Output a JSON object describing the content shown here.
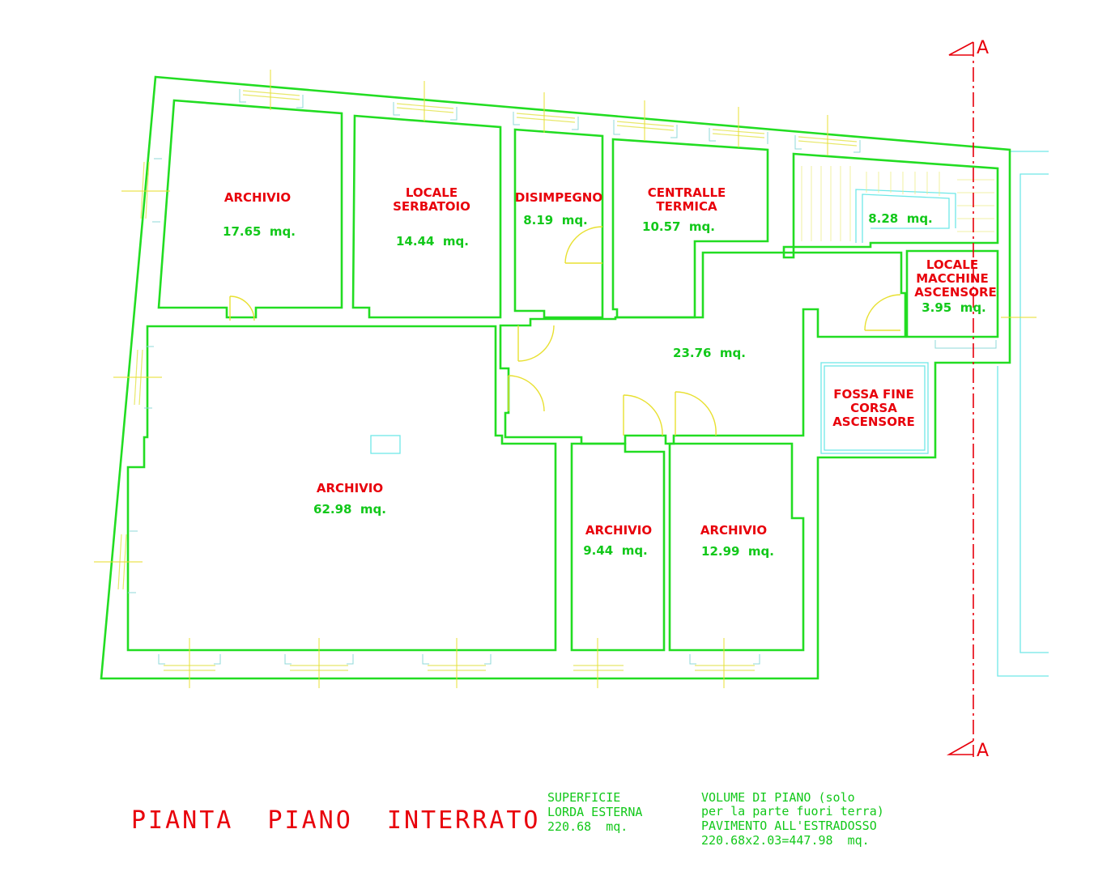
{
  "rooms": [
    {
      "id": "archivio-1",
      "name": "ARCHIVIO",
      "area": "17.65  mq."
    },
    {
      "id": "locale-serbatoio",
      "name_line1": "LOCALE",
      "name_line2": "SERBATOIO",
      "area": "14.44  mq."
    },
    {
      "id": "disimpegno",
      "name": "DISIMPEGNO",
      "area": "8.19  mq."
    },
    {
      "id": "centrale-termica",
      "name_line1": "CENTRALLE",
      "name_line2": "TERMICA",
      "area": "10.57  mq."
    },
    {
      "id": "vano-scala",
      "area": "8.28  mq."
    },
    {
      "id": "locale-macchine",
      "name_line1": "LOCALE",
      "name_line2": "MACCHINE",
      "name_line3": "ASCENSORE",
      "area": "3.95  mq."
    },
    {
      "id": "corridoio",
      "area": "23.76  mq."
    },
    {
      "id": "fossa",
      "name_line1": "FOSSA FINE",
      "name_line2": "CORSA",
      "name_line3": "ASCENSORE"
    },
    {
      "id": "archivio-grande",
      "name": "ARCHIVIO",
      "area": "62.98  mq."
    },
    {
      "id": "archivio-2",
      "name": "ARCHIVIO",
      "area": "9.44  mq."
    },
    {
      "id": "archivio-3",
      "name": "ARCHIVIO",
      "area": "12.99  mq."
    }
  ],
  "title": "PIANTA  PIANO  INTERRATO",
  "superficie": {
    "line1": "SUPERFICIE",
    "line2": "LORDA ESTERNA",
    "line3": "220.68  mq."
  },
  "volume": {
    "line1": "VOLUME DI PIANO (solo",
    "line2": "per la parte fuori terra)",
    "line3": "PAVIMENTO ALL'ESTRADOSSO",
    "line4": "220.68x2.03=447.98  mq."
  },
  "section_marker": {
    "label": "A"
  },
  "colors": {
    "walls": "#22dd22",
    "room_names": "#e8000b",
    "areas": "#12c81a",
    "doors_windows": "#e8e030",
    "outline": "#6fe8e8"
  }
}
